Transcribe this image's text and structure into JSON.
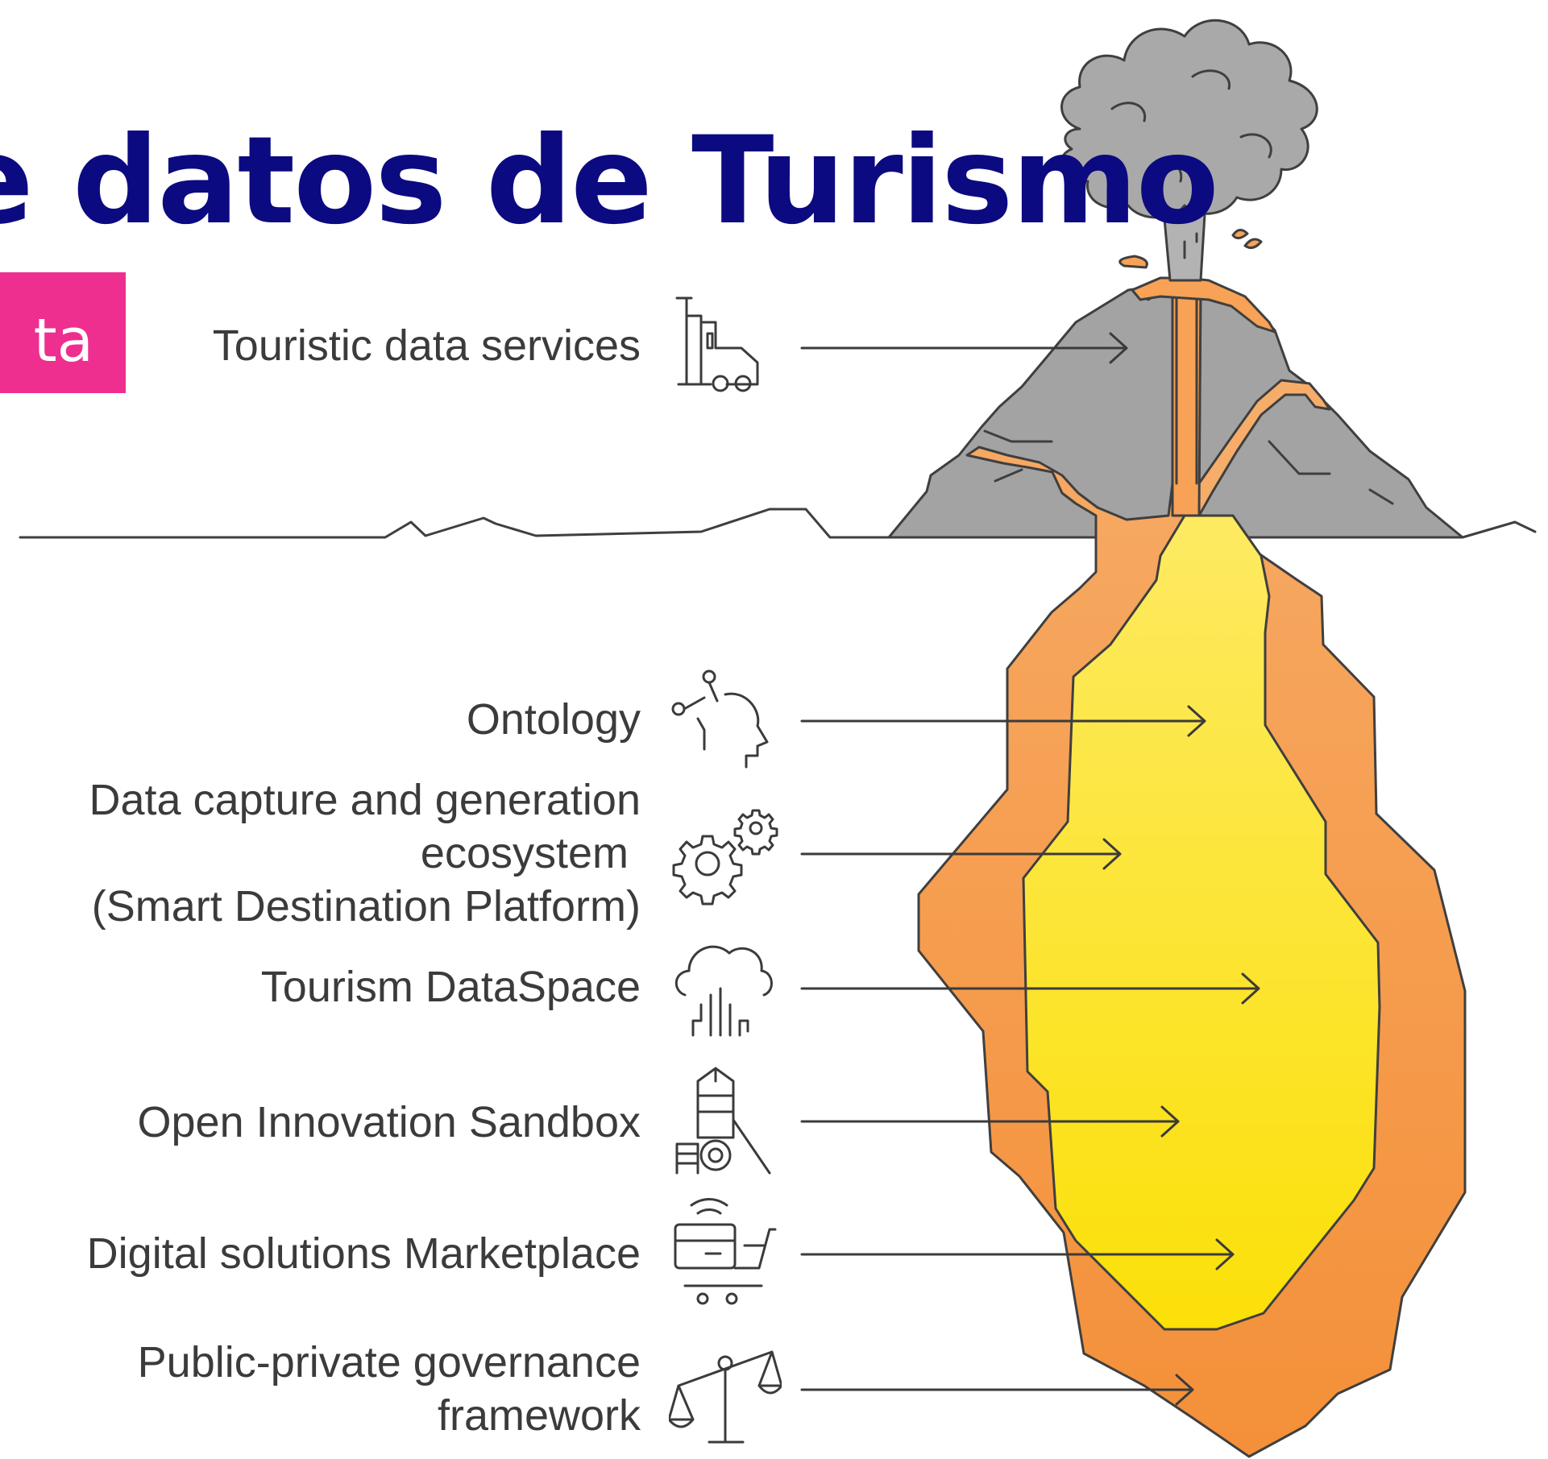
{
  "title": "e datos de Turismo",
  "badge_text": "ta",
  "layers": [
    {
      "id": "touristic-data-services",
      "label": "Touristic data services",
      "icon": "truck-icon"
    },
    {
      "id": "ontology",
      "label": "Ontology",
      "icon": "head-network-icon"
    },
    {
      "id": "data-capture",
      "label": "Data capture and generation\necosystem \n(Smart Destination Platform)",
      "icon": "gears-icon"
    },
    {
      "id": "tourism-dataspace",
      "label": "Tourism DataSpace",
      "icon": "cloud-data-icon"
    },
    {
      "id": "open-innovation-sandbox",
      "label": "Open Innovation Sandbox",
      "icon": "playground-icon"
    },
    {
      "id": "digital-solutions-marketplace",
      "label": "Digital solutions Marketplace",
      "icon": "shopping-cart-icon"
    },
    {
      "id": "governance-framework",
      "label": "Public-private governance\nframework",
      "icon": "balance-scale-icon"
    }
  ],
  "colors": {
    "title": "#0c0a80",
    "badge": "#ee2f8f",
    "magma_outer": "#f7a256",
    "magma_inner": "#fbe629",
    "rock": "#a3a3a3",
    "smoke": "#a9a9a9",
    "outline": "#3f3f3f"
  }
}
